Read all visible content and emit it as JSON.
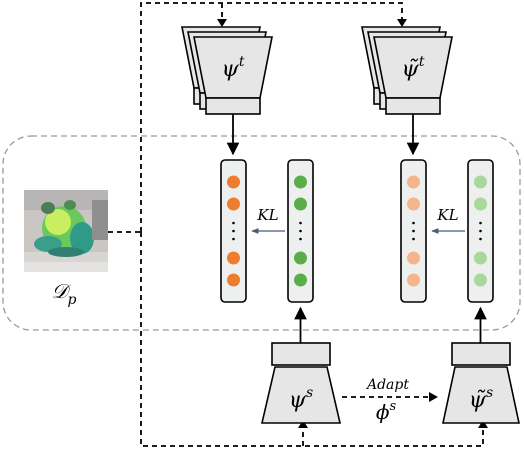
{
  "nodes": {
    "teacher": {
      "label": "ψ",
      "sup": "t"
    },
    "teacher_tilde": {
      "label": "ψ̃",
      "sup": "t"
    },
    "student": {
      "label": "ψ",
      "sup": "s"
    },
    "student_tilde": {
      "label": "ψ̃",
      "sup": "s"
    }
  },
  "edges": {
    "kl_left": "KL",
    "kl_right": "KL",
    "adapt": "Adapt",
    "adapt_param": {
      "label": "ϕ",
      "sup": "s"
    }
  },
  "dataset": {
    "label": "𝒟",
    "sub": "p"
  },
  "colors": {
    "orange": "#ee7d2e",
    "light_orange": "#f4b48c",
    "green": "#5aad48",
    "light_green": "#a8d89a",
    "column_fill": "#eef0ef",
    "block_fill": "#e6e6e6",
    "dashed_border": "#999999"
  }
}
